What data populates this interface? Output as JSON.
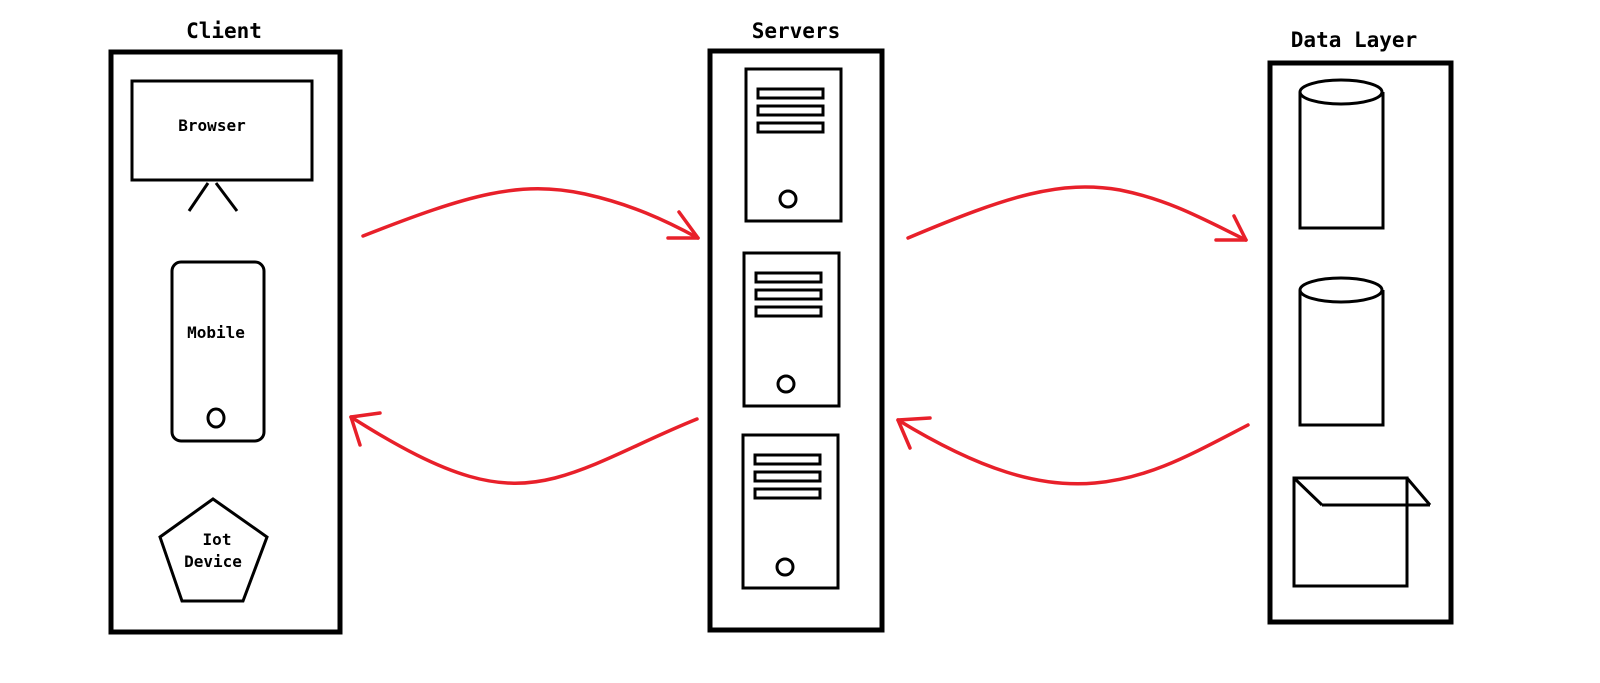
{
  "columns": {
    "client": {
      "title": "Client",
      "items": {
        "browser": "Browser",
        "mobile": "Mobile",
        "iot_line1": "Iot",
        "iot_line2": "Device"
      }
    },
    "servers": {
      "title": "Servers"
    },
    "data_layer": {
      "title": "Data Layer"
    }
  },
  "colors": {
    "arrow": "#e8202a",
    "outline": "#000000"
  }
}
